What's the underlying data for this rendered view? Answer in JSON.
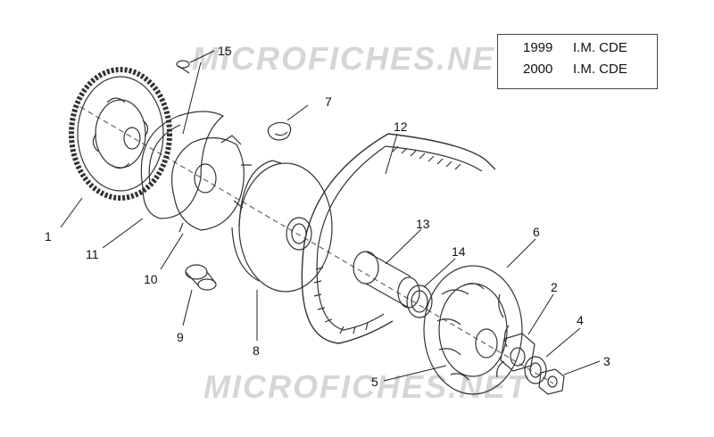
{
  "legend": {
    "rows": [
      {
        "year": "1999",
        "code": "I.M. CDE"
      },
      {
        "year": "2000",
        "code": "I.M. CDE"
      }
    ]
  },
  "watermark": {
    "text": "MICROFICHES.NET"
  },
  "callouts": [
    "1",
    "2",
    "3",
    "4",
    "5",
    "6",
    "7",
    "8",
    "9",
    "10",
    "11",
    "12",
    "13",
    "14",
    "15"
  ],
  "colors": {
    "line": "#333333",
    "background": "#ffffff",
    "watermark": "#d6d6d6"
  }
}
